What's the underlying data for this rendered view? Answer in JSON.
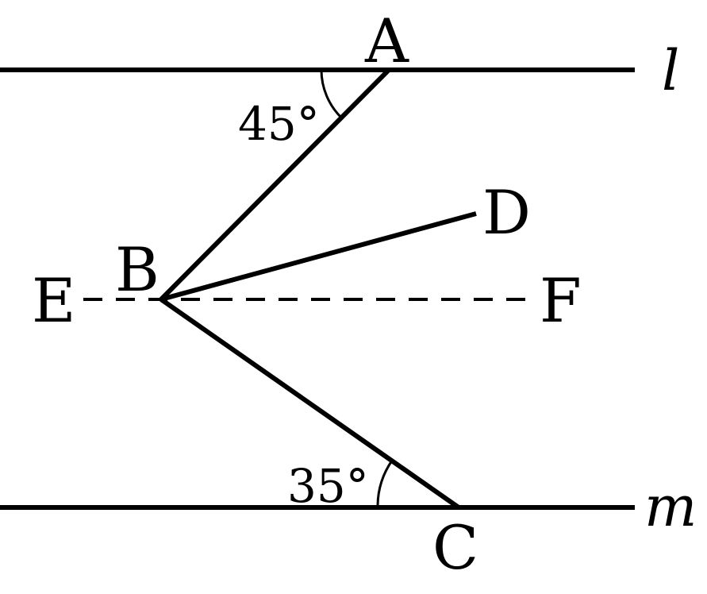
{
  "lines": {
    "top_label": "l",
    "bottom_label": "m"
  },
  "points": {
    "A": "A",
    "B": "B",
    "C": "C",
    "D": "D",
    "E": "E",
    "F": "F"
  },
  "angles": {
    "top": "45°",
    "bottom": "35°"
  }
}
